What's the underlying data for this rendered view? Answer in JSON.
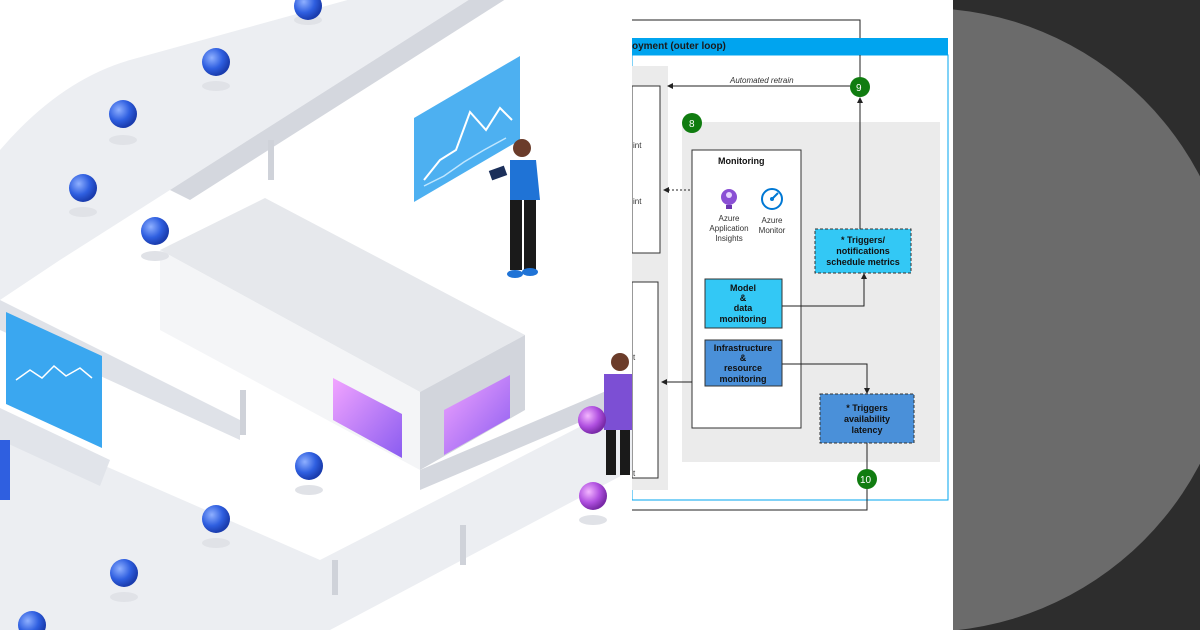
{
  "diagram": {
    "header_title": "oyment (outer loop)",
    "retrain_label": "Automated retrain",
    "step_9": "9",
    "step_8": "8",
    "step_10": "10",
    "left_text_1": "int",
    "left_text_2": "int",
    "left_text_3": "t",
    "left_text_4": "t",
    "monitoring_title": "Monitoring",
    "app_insights_label": [
      "Azure",
      "Application",
      "Insights"
    ],
    "azure_monitor_label": [
      "Azure",
      "Monitor"
    ],
    "model_data_box": [
      "Model",
      "&",
      "data",
      "monitoring"
    ],
    "infra_box": [
      "Infrastructure",
      "&",
      "resource",
      "monitoring"
    ],
    "triggers_notif_box": [
      "* Triggers/",
      "notifications",
      "schedule metrics"
    ],
    "triggers_avail_box": [
      "* Triggers",
      "availability",
      "latency"
    ]
  },
  "colors": {
    "header_blue": "#00a4ef",
    "light_cyan_box": "#33c8f5",
    "mid_blue_box": "#4a90d9",
    "step_green": "#107c10",
    "panel_gray": "#ebebeb",
    "decor_dark": "#2d2d2d",
    "decor_circle": "#6b6b6b",
    "sphere_blue": "#2f5fe0",
    "screen_blue": "#3aa7f0"
  }
}
